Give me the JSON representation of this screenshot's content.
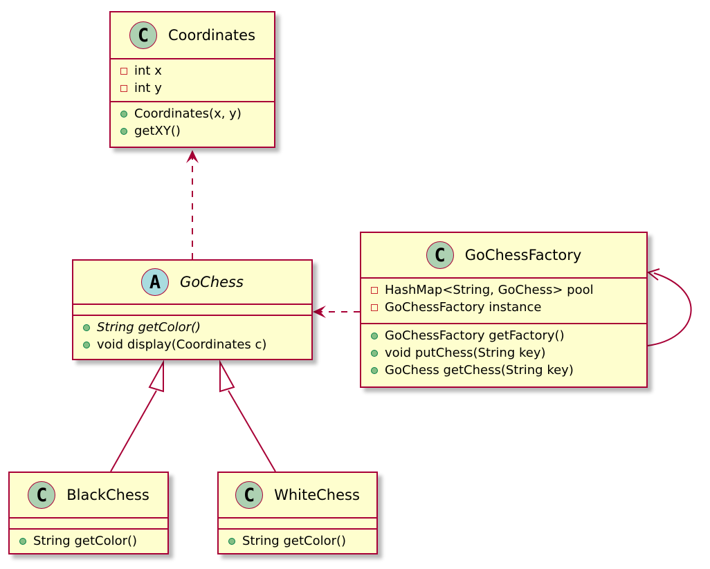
{
  "diagram": {
    "colors": {
      "class_fill": "#FEFECE",
      "border": "#A80036",
      "class_badge": "#ADD1B2",
      "abstract_badge": "#A9DCDF",
      "private_marker": "#C82930",
      "public_marker_fill": "#84BE84",
      "public_marker_border": "#038048"
    },
    "classes": {
      "coordinates": {
        "stereotype_letter": "C",
        "name": "Coordinates",
        "fields": [
          {
            "visibility": "private",
            "text": "int x"
          },
          {
            "visibility": "private",
            "text": "int y"
          }
        ],
        "methods": [
          {
            "visibility": "public",
            "text": "Coordinates(x, y)"
          },
          {
            "visibility": "public",
            "text": "getXY()"
          }
        ]
      },
      "gochess": {
        "stereotype_letter": "A",
        "name": "GoChess",
        "abstract": true,
        "methods": [
          {
            "visibility": "public",
            "text": "String getColor()",
            "abstract": true
          },
          {
            "visibility": "public",
            "text": "void display(Coordinates c)"
          }
        ]
      },
      "factory": {
        "stereotype_letter": "C",
        "name": "GoChessFactory",
        "fields": [
          {
            "visibility": "private",
            "text": "HashMap<String, GoChess> pool"
          },
          {
            "visibility": "private",
            "text": "GoChessFactory instance"
          }
        ],
        "methods": [
          {
            "visibility": "public",
            "text": "GoChessFactory getFactory()"
          },
          {
            "visibility": "public",
            "text": "void putChess(String key)"
          },
          {
            "visibility": "public",
            "text": "GoChess getChess(String key)"
          }
        ]
      },
      "black": {
        "stereotype_letter": "C",
        "name": "BlackChess",
        "methods": [
          {
            "visibility": "public",
            "text": "String getColor()"
          }
        ]
      },
      "white": {
        "stereotype_letter": "C",
        "name": "WhiteChess",
        "methods": [
          {
            "visibility": "public",
            "text": "String getColor()"
          }
        ]
      }
    },
    "relations": [
      {
        "from": "gochess",
        "to": "coordinates",
        "type": "dependency"
      },
      {
        "from": "factory",
        "to": "gochess",
        "type": "dependency"
      },
      {
        "from": "factory",
        "to": "factory",
        "type": "association-self"
      },
      {
        "from": "black",
        "to": "gochess",
        "type": "inheritance"
      },
      {
        "from": "white",
        "to": "gochess",
        "type": "inheritance"
      }
    ]
  }
}
